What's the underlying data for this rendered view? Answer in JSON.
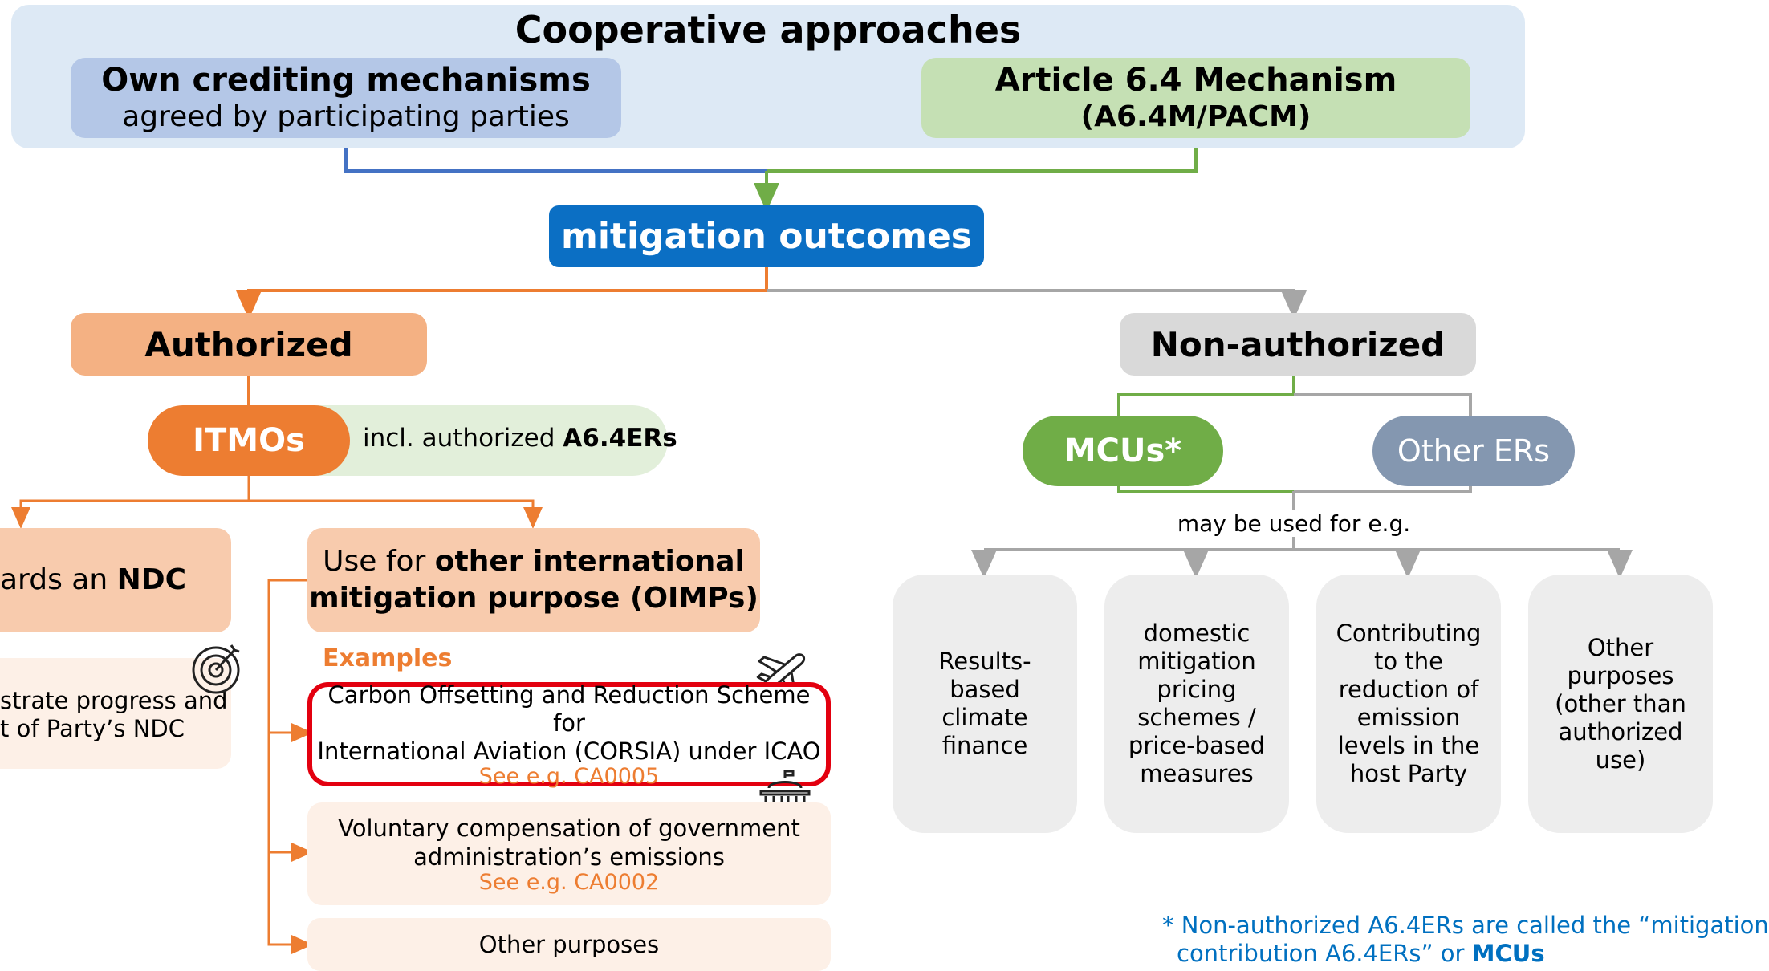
{
  "cooperative": {
    "title": "Cooperative approaches",
    "own": {
      "title": "Own crediting mechanisms",
      "subtitle": "agreed by participating parties"
    },
    "article": {
      "title": "Article 6.4 Mechanism",
      "subtitle": "(A6.4M/PACM)"
    }
  },
  "outcomes": "mitigation outcomes",
  "authorized": {
    "title": "Authorized",
    "itmos": "ITMOs",
    "incl_prefix": "incl. authorized ",
    "incl_bold": "A6.4ERs",
    "ndc_prefix": "ards an ",
    "ndc_bold": "NDC",
    "ndc_desc_1": "strate progress and",
    "ndc_desc_2": "t of Party’s NDC",
    "oimp_line1_prefix": "Use for ",
    "oimp_line1_bold": "other international",
    "oimp_line2": "mitigation purpose (OIMPs)",
    "examples_label": "Examples",
    "examples": [
      {
        "line1": "Carbon Offsetting and Reduction Scheme for",
        "line2": "International Aviation (CORSIA) under ICAO",
        "ref": "See e.g. CA0005"
      },
      {
        "line1": "Voluntary compensation of government",
        "line2": "administration’s emissions",
        "ref": "See e.g. CA0002"
      },
      {
        "line1": "Other purposes",
        "line2": "",
        "ref": ""
      }
    ]
  },
  "non_authorized": {
    "title": "Non-authorized",
    "mcus": "MCUs*",
    "other_ers": "Other ERs",
    "may_be_used": "may be used for e.g.",
    "uses": [
      [
        "Results-",
        "based",
        "climate",
        "finance"
      ],
      [
        "domestic",
        "mitigation",
        "pricing",
        "schemes /",
        "price-based",
        "measures"
      ],
      [
        "Contributing",
        "to the",
        "reduction of",
        "emission",
        "levels in the",
        "host Party"
      ],
      [
        "Other",
        "purposes",
        "(other than",
        "authorized",
        "use)"
      ]
    ]
  },
  "footnote": {
    "line1": "* Non-authorized A6.4ERs are called the “mitigation",
    "line2_prefix": "contribution A6.4ERs” or ",
    "line2_bold": "MCUs"
  },
  "colors": {
    "top_bg": "#dde9f5",
    "own_box": "#b4c7e7",
    "article_box": "#c5e0b4",
    "outcomes": "#0b6fc4",
    "orange": "#ed7d31",
    "authorized_box": "#f4b183",
    "grey_box": "#d9d9d9",
    "green": "#70ad47",
    "slate": "#8497b0",
    "peach": "#f8cbad",
    "peach_light": "#fdf0e7",
    "use_box": "#ededed",
    "red": "#e3000f",
    "footnote_blue": "#0070c0"
  },
  "icons": [
    "target-icon",
    "airplane-icon",
    "government-building-icon"
  ]
}
